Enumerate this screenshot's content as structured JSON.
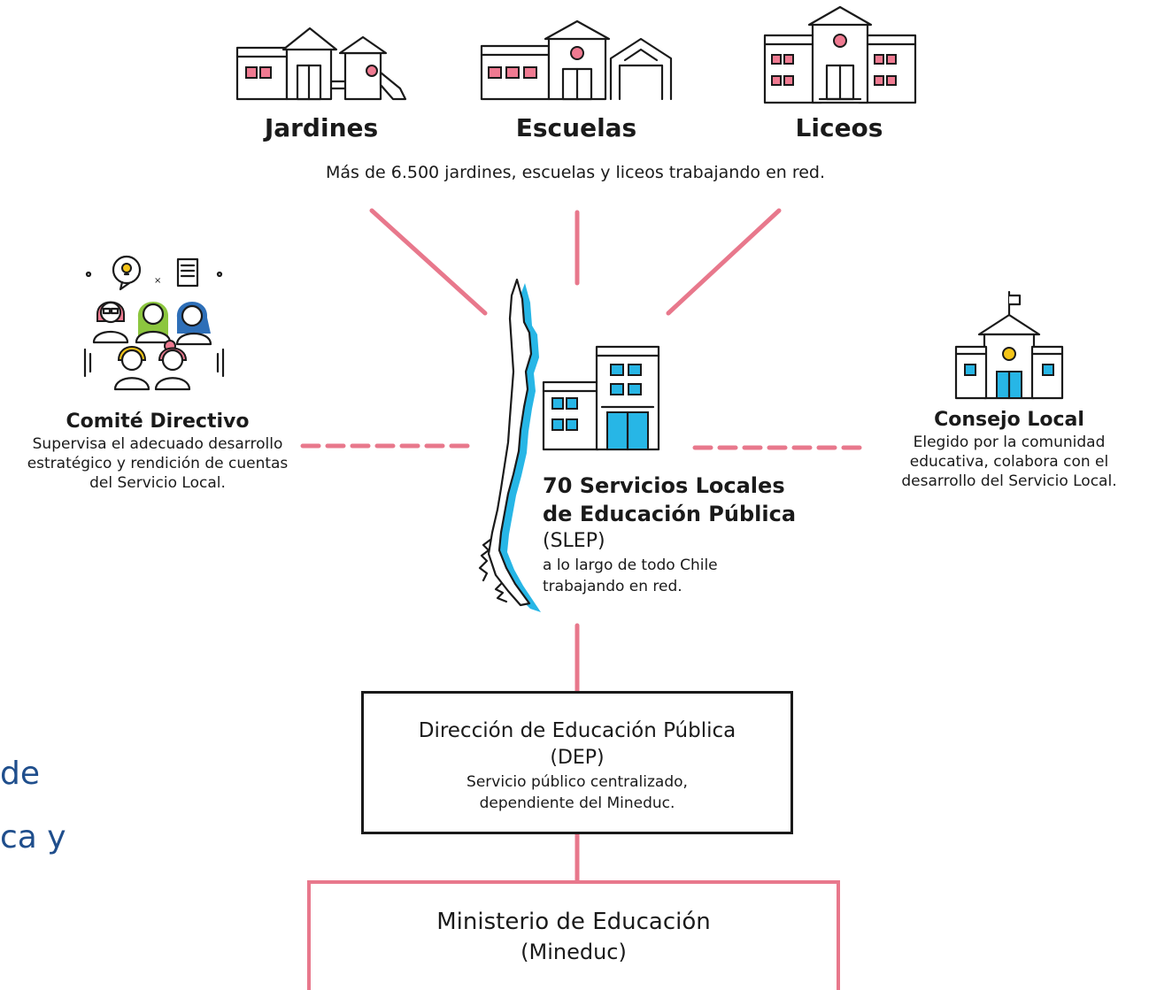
{
  "categories": [
    {
      "label": "Jardines",
      "icon": "kindergarten-icon"
    },
    {
      "label": "Escuelas",
      "icon": "school-icon"
    },
    {
      "label": "Liceos",
      "icon": "high-school-icon"
    }
  ],
  "network_note": "Más de 6.500 jardines, escuelas y liceos trabajando en red.",
  "comite": {
    "title": "Comité Directivo",
    "description": "Supervisa el adecuado desarrollo estratégico y rendición de cuentas del Servicio Local."
  },
  "consejo": {
    "title": "Consejo Local",
    "description": "Elegido por la comunidad educativa, colabora con el desarrollo del Servicio Local."
  },
  "slep": {
    "title_line1": "70 Servicios Locales",
    "title_line2": "de Educación Pública",
    "acronym": "(SLEP)",
    "desc_line1": "a lo largo de todo Chile",
    "desc_line2": "trabajando en red."
  },
  "dep": {
    "title": "Dirección de Educación Pública",
    "acronym": "(DEP)",
    "desc_line1": "Servicio público centralizado,",
    "desc_line2": "dependiente del Mineduc."
  },
  "mineduc": {
    "title": "Ministerio de Educación",
    "acronym": "(Mineduc)"
  },
  "cut_off_text": {
    "line1": "de",
    "line2": "ca y"
  },
  "colors": {
    "connector": "#e8788c",
    "accent_cyan": "#27b6e6",
    "accent_pink": "#ef7a91",
    "side_text": "#1f4e8c"
  }
}
